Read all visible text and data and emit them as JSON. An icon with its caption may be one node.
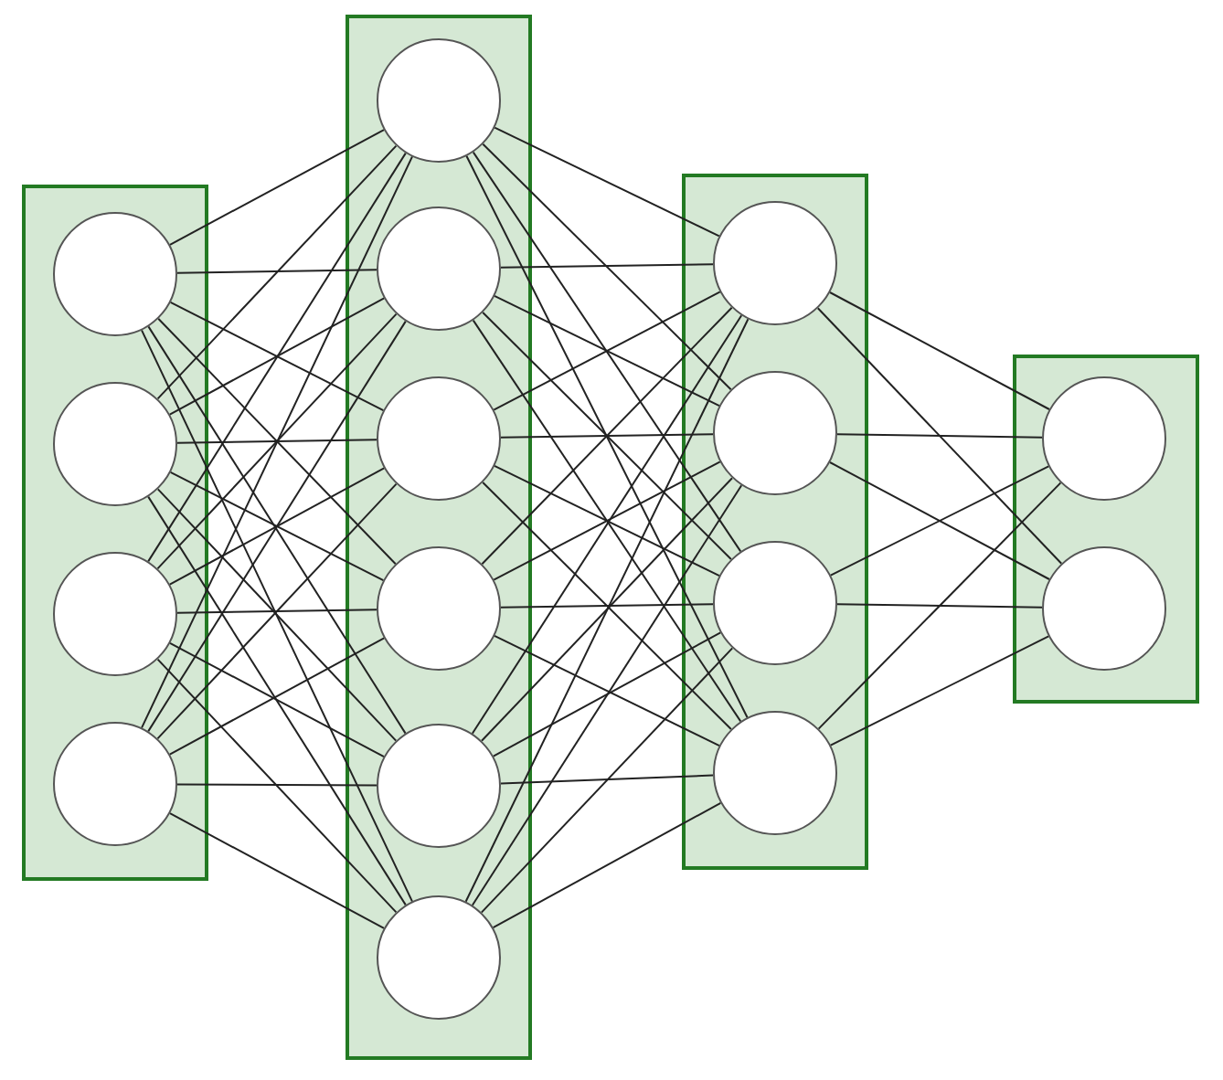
{
  "diagram": {
    "nodes": [
      {
        "text": [],
        "shape": "box"
      },
      {
        "text": [],
        "shape": "circle",
        "in": 0
      },
      {
        "text": [],
        "shape": "circle",
        "in": 0
      },
      {
        "text": [],
        "shape": "circle",
        "in": 0
      },
      {
        "text": [],
        "shape": "circle",
        "in": 0
      },
      {
        "text": [],
        "shape": "box"
      },
      {
        "text": [],
        "shape": "circle",
        "in": 5
      },
      {
        "text": [],
        "shape": "circle",
        "in": 5
      },
      {
        "text": [],
        "shape": "circle",
        "in": 5
      },
      {
        "text": [],
        "shape": "circle",
        "in": 5
      },
      {
        "text": [],
        "shape": "circle",
        "in": 5
      },
      {
        "text": [],
        "shape": "circle",
        "in": 5
      },
      {
        "text": [],
        "shape": "box"
      },
      {
        "text": [],
        "shape": "circle",
        "in": 12
      },
      {
        "text": [],
        "shape": "circle",
        "in": 12
      },
      {
        "text": [],
        "shape": "circle",
        "in": 12
      },
      {
        "text": [],
        "shape": "circle",
        "in": 12
      },
      {
        "text": [],
        "shape": "box"
      },
      {
        "text": [],
        "shape": "circle",
        "in": 17
      },
      {
        "text": [],
        "shape": "circle",
        "in": 17
      }
    ],
    "edges": [
      {
        "from": 1,
        "to": 6,
        "arrow": "none"
      },
      {
        "from": 1,
        "to": 7,
        "arrow": "none"
      },
      {
        "from": 1,
        "to": 8,
        "arrow": "none"
      },
      {
        "from": 1,
        "to": 9,
        "arrow": "none"
      },
      {
        "from": 1,
        "to": 10,
        "arrow": "none"
      },
      {
        "from": 1,
        "to": 11,
        "arrow": "none"
      },
      {
        "from": 2,
        "to": 6,
        "arrow": "none"
      },
      {
        "from": 2,
        "to": 7,
        "arrow": "none"
      },
      {
        "from": 2,
        "to": 8,
        "arrow": "none"
      },
      {
        "from": 2,
        "to": 9,
        "arrow": "none"
      },
      {
        "from": 2,
        "to": 10,
        "arrow": "none"
      },
      {
        "from": 2,
        "to": 11,
        "arrow": "none"
      },
      {
        "from": 3,
        "to": 6,
        "arrow": "none"
      },
      {
        "from": 3,
        "to": 7,
        "arrow": "none"
      },
      {
        "from": 3,
        "to": 8,
        "arrow": "none"
      },
      {
        "from": 3,
        "to": 9,
        "arrow": "none"
      },
      {
        "from": 3,
        "to": 10,
        "arrow": "none"
      },
      {
        "from": 3,
        "to": 11,
        "arrow": "none"
      },
      {
        "from": 4,
        "to": 6,
        "arrow": "none"
      },
      {
        "from": 4,
        "to": 7,
        "arrow": "none"
      },
      {
        "from": 4,
        "to": 8,
        "arrow": "none"
      },
      {
        "from": 4,
        "to": 9,
        "arrow": "none"
      },
      {
        "from": 4,
        "to": 10,
        "arrow": "none"
      },
      {
        "from": 4,
        "to": 11,
        "arrow": "none"
      },
      {
        "from": 6,
        "to": 13,
        "arrow": "none"
      },
      {
        "from": 6,
        "to": 14,
        "arrow": "none"
      },
      {
        "from": 6,
        "to": 15,
        "arrow": "none"
      },
      {
        "from": 6,
        "to": 16,
        "arrow": "none"
      },
      {
        "from": 7,
        "to": 13,
        "arrow": "none"
      },
      {
        "from": 7,
        "to": 14,
        "arrow": "none"
      },
      {
        "from": 7,
        "to": 15,
        "arrow": "none"
      },
      {
        "from": 7,
        "to": 16,
        "arrow": "none"
      },
      {
        "from": 8,
        "to": 13,
        "arrow": "none"
      },
      {
        "from": 8,
        "to": 14,
        "arrow": "none"
      },
      {
        "from": 8,
        "to": 15,
        "arrow": "none"
      },
      {
        "from": 8,
        "to": 16,
        "arrow": "none"
      },
      {
        "from": 9,
        "to": 13,
        "arrow": "none"
      },
      {
        "from": 9,
        "to": 14,
        "arrow": "none"
      },
      {
        "from": 9,
        "to": 15,
        "arrow": "none"
      },
      {
        "from": 9,
        "to": 16,
        "arrow": "none"
      },
      {
        "from": 10,
        "to": 13,
        "arrow": "none"
      },
      {
        "from": 10,
        "to": 14,
        "arrow": "none"
      },
      {
        "from": 10,
        "to": 15,
        "arrow": "none"
      },
      {
        "from": 10,
        "to": 16,
        "arrow": "none"
      },
      {
        "from": 11,
        "to": 13,
        "arrow": "none"
      },
      {
        "from": 11,
        "to": 14,
        "arrow": "none"
      },
      {
        "from": 11,
        "to": 15,
        "arrow": "none"
      },
      {
        "from": 11,
        "to": 16,
        "arrow": "none"
      },
      {
        "from": 13,
        "to": 18,
        "arrow": "none"
      },
      {
        "from": 13,
        "to": 19,
        "arrow": "none"
      },
      {
        "from": 14,
        "to": 18,
        "arrow": "none"
      },
      {
        "from": 14,
        "to": 19,
        "arrow": "none"
      },
      {
        "from": 15,
        "to": 18,
        "arrow": "none"
      },
      {
        "from": 15,
        "to": 19,
        "arrow": "none"
      },
      {
        "from": 16,
        "to": 18,
        "arrow": "none"
      },
      {
        "from": 16,
        "to": 19,
        "arrow": "none"
      }
    ]
  }
}
